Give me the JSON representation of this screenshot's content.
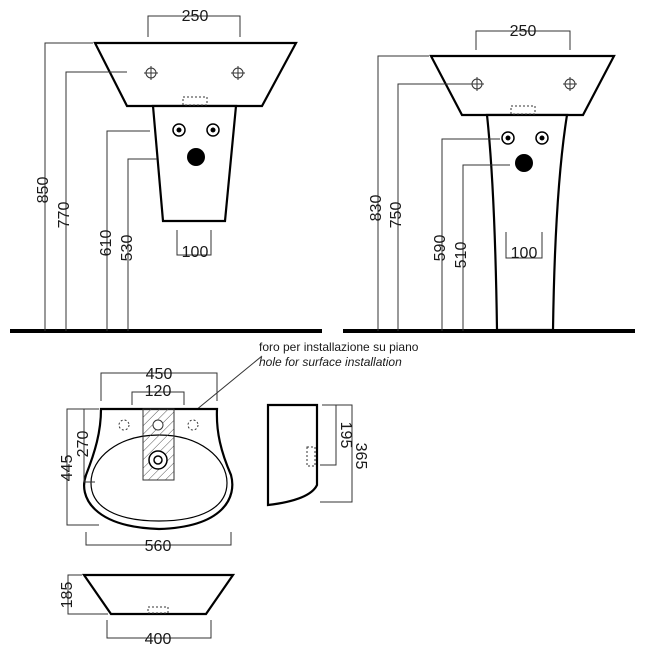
{
  "dimensions": {
    "wall_width_top": "250",
    "wall_height_total": "850",
    "wall_height_rim": "770",
    "wall_height_upper_hole": "610",
    "wall_height_lower_hole": "530",
    "wall_pedestal_width": "100",
    "pedestal_width_top": "250",
    "pedestal_height_total": "830",
    "pedestal_height_rim": "750",
    "pedestal_height_upper_hole": "590",
    "pedestal_height_lower_hole": "510",
    "pedestal_base_width": "100",
    "plan_top_width": "450",
    "plan_hole_width": "120",
    "plan_depth_total": "445",
    "plan_depth_hole": "270",
    "plan_bottom_width": "560",
    "side_depth_small": "195",
    "side_depth_total": "365",
    "front_height": "185",
    "front_bottom_width": "400"
  },
  "notes": {
    "hole_it": "foro per installazione su piano",
    "hole_en": "hole for surface installation"
  }
}
